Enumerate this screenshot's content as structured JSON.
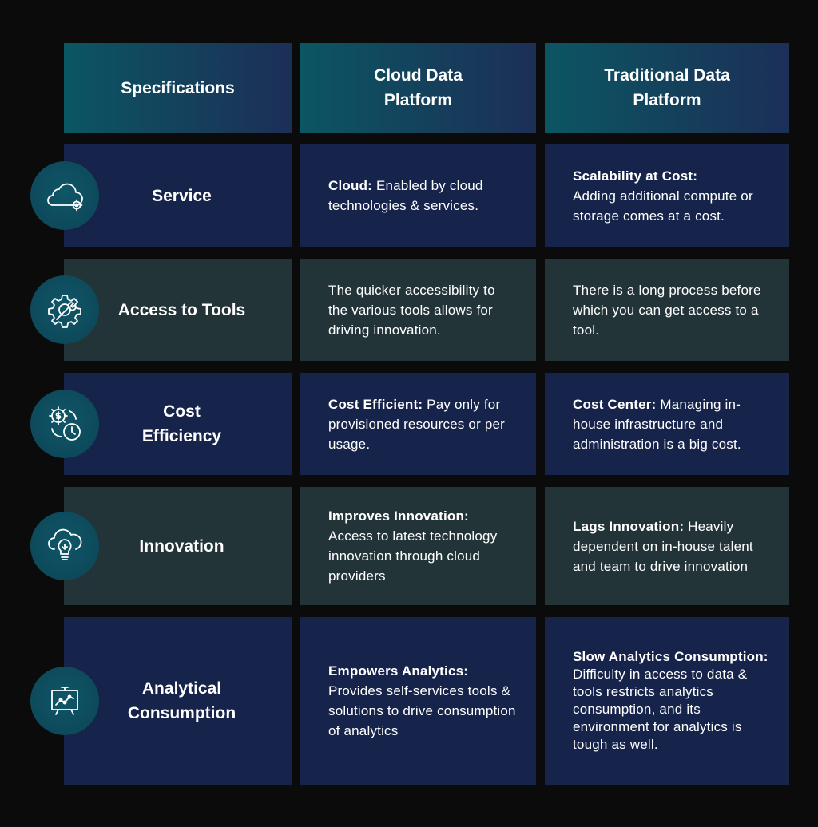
{
  "header": {
    "specifications": "Specifications",
    "cloud_l1": "Cloud Data",
    "cloud_l2": "Platform",
    "traditional_l1": "Traditional Data",
    "traditional_l2": "Platform"
  },
  "rows": [
    {
      "icon": "cloud-gear-icon",
      "spec_l1": "Service",
      "spec_l2": "",
      "cloud_bold": "Cloud:",
      "cloud_text": " Enabled by cloud technologies & services.",
      "trad_bold": "Scalability at Cost:",
      "trad_text": "Adding additional compute or storage comes at a cost."
    },
    {
      "icon": "gear-wrench-icon",
      "spec_l1": "Access to Tools",
      "spec_l2": "",
      "cloud_bold": "",
      "cloud_text": "The quicker accessibility to the various tools allows for driving innovation.",
      "trad_bold": "",
      "trad_text": "There is a long process before which you can get access to a tool."
    },
    {
      "icon": "cost-clock-icon",
      "spec_l1": "Cost",
      "spec_l2": "Efficiency",
      "cloud_bold": "Cost Efficient:",
      "cloud_text": " Pay only for provisioned resources or per usage.",
      "trad_bold": "Cost Center:",
      "trad_text": " Managing in-house infrastructure and administration is a big cost."
    },
    {
      "icon": "cloud-lightbulb-icon",
      "spec_l1": "Innovation",
      "spec_l2": "",
      "cloud_bold": "Improves Innovation:",
      "cloud_text": "Access to latest technology innovation through cloud providers",
      "trad_bold": "Lags Innovation:",
      "trad_text": " Heavily dependent on in-house talent and team to drive innovation"
    },
    {
      "icon": "analytics-board-icon",
      "spec_l1": "Analytical",
      "spec_l2": "Consumption",
      "cloud_bold": "Empowers Analytics:",
      "cloud_text": "Provides self-services tools & solutions to drive consumption of analytics",
      "trad_bold": "Slow Analytics Consumption:",
      "trad_text": "Difficulty in access to data & tools restricts analytics consumption, and its environment for analytics is tough as well."
    }
  ],
  "colors": {
    "background": "#0b0b0c",
    "header_teal": "#0b5663",
    "header_navy": "#1c2f57",
    "row_navy": "#16234a",
    "row_slate": "#233439",
    "icon_circle": "#0f5667"
  }
}
